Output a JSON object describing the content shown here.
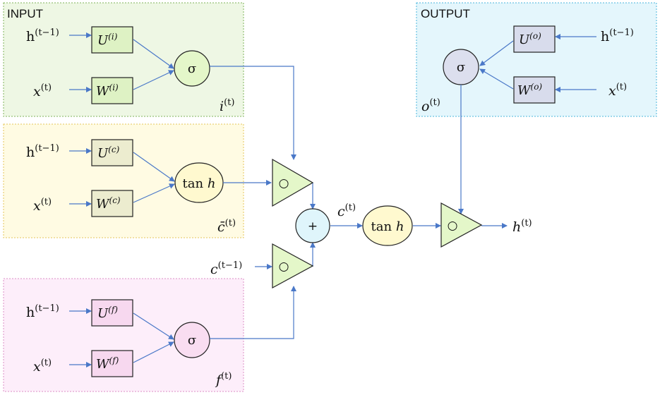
{
  "groups": {
    "input": {
      "title": "INPUT",
      "h_in": "h",
      "h_sup": "(t−1)",
      "x_in": "x",
      "x_sup": "(t)",
      "u": "U",
      "u_sup": "(i)",
      "w": "W",
      "w_sup": "(i)",
      "act": "σ",
      "out": "i",
      "out_sup": "(t)"
    },
    "cand": {
      "h_in": "h",
      "h_sup": "(t−1)",
      "x_in": "x",
      "x_sup": "(t)",
      "u": "U",
      "u_sup": "(c)",
      "w": "W",
      "w_sup": "(c)",
      "act_a": "tan",
      "act_b": "h",
      "out": "c̄",
      "out_sup": "(t)"
    },
    "forget": {
      "h_in": "h",
      "h_sup": "(t−1)",
      "x_in": "x",
      "x_sup": "(t)",
      "u": "U",
      "u_sup": "(f)",
      "w": "W",
      "w_sup": "(f)",
      "act": "σ",
      "out": "f",
      "out_sup": "(t)"
    },
    "output": {
      "title": "OUTPUT",
      "h_in": "h",
      "h_sup": "(t−1)",
      "x_in": "x",
      "x_sup": "(t)",
      "u": "U",
      "u_sup": "(o)",
      "w": "W",
      "w_sup": "(o)",
      "act": "σ",
      "out": "o",
      "out_sup": "(t)"
    }
  },
  "ops": {
    "hadamard": "○",
    "plus": "+",
    "c_prev": "c",
    "c_prev_sup": "(t−1)",
    "c_state": "c",
    "c_state_sup": "(t)",
    "tanh_a": "tan",
    "tanh_b": "h",
    "h_out": "h",
    "h_out_sup": "(t)"
  },
  "colors": {
    "input_bg": "#eef7e4",
    "input_border": "#7fb35a",
    "cand_bg": "#fffbe3",
    "cand_border": "#e5c55a",
    "forget_bg": "#fdeefa",
    "forget_border": "#dc8fc6",
    "output_bg": "#e4f6fc",
    "output_border": "#4ab6dd",
    "wire": "#4a78c8"
  }
}
